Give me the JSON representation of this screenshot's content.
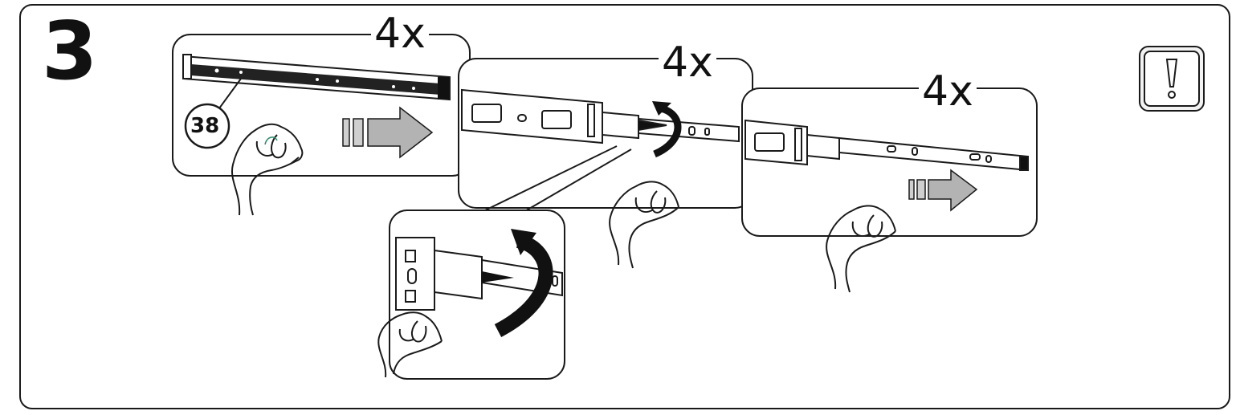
{
  "step": {
    "number": "3"
  },
  "panels": [
    {
      "quantity": "4x",
      "part_id": "38"
    },
    {
      "quantity": "4x"
    },
    {
      "quantity": "4x"
    }
  ],
  "warning": {
    "icon": "exclamation-icon"
  },
  "colors": {
    "line": "#1a1a1a",
    "arrow_gray": "#b3b3b3",
    "arrow_light": "#cfcfcf",
    "background": "#ffffff"
  }
}
